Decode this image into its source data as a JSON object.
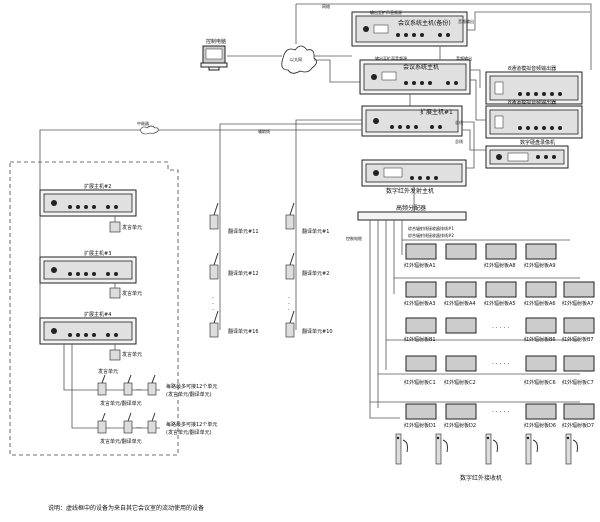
{
  "labels": {
    "conf_host_backup": "会议系统主机(备份)",
    "conf_host": "会议系统主机",
    "ext_host_1": "扩展主机#1",
    "ext_host_2": "扩展主机#2",
    "ext_host_3": "扩展主机#3",
    "ext_host_4": "扩展主机#4",
    "control_pc": "控制电脑",
    "lan": "以太网",
    "network": "网络",
    "relay": "中继器",
    "aux_line": "辅助线",
    "ir_transmit_host": "数字红外发射主机",
    "hf_splitter": "高频分配器",
    "hdd_recorder": "数字硬盘录像机",
    "analog_out_1": "8通道模拟音频输出器",
    "analog_out_2": "8通道模拟音频输出器",
    "ir_receiver": "数字红外接收机",
    "speak_unit": "发言单元",
    "trans_unit_11": "翻译单元#11",
    "trans_unit_12": "翻译单元#12",
    "trans_unit_16": "翻译单元#16",
    "trans_unit_1": "翻译单元#1",
    "trans_unit_2": "翻译单元#2",
    "trans_unit_10": "翻译单元#10",
    "trans_unit_a": "翻译单元",
    "trans_unit_b": "翻译单元",
    "max_units_1a": "每路最多可接12个单元",
    "max_units_1b": "(发言单元/翻译单元)",
    "max_units_2a": "每路最多可接12个单元",
    "max_units_2b": "(发言单元/翻译单元)",
    "speak_unit_top": "发言单元",
    "speak_unit_side": "发言单元/翻译单元",
    "speak_unit_side2": "发言单元/翻译单元",
    "coax_note_1": "综合辐射线接收器排线#1",
    "coax_note_2": "综合辐射线接收器排线#2",
    "control_cable": "控制电缆",
    "audio_line": "音频线",
    "net_top_1": "网络",
    "annot_1": "输出至扩声音频源",
    "annot_2": "输出至扩声音频源",
    "annot_3": "音频输出",
    "annot_4": "音频输出",
    "annot_5": "总线",
    "annot_6": "总线",
    "footer_note": "说明：虚线框中的设备为来自其它会议室的流动使用的设备",
    "radiators": [
      "红外辐射板A1",
      "红外辐射板A8",
      "红外辐射板A9",
      "红外辐射板A3",
      "红外辐射板A4",
      "红外辐射板A5",
      "红外辐射板A6",
      "红外辐射板A7",
      "红外辐射板B1",
      "红外辐射板B6",
      "红外辐射板B7",
      "红外辐射板C1",
      "红外辐射板C2",
      "红外辐射板C6",
      "红外辐射板C7",
      "红外辐射板D1",
      "红外辐射板D2",
      "红外辐射板D6",
      "红外辐射板D7"
    ]
  }
}
